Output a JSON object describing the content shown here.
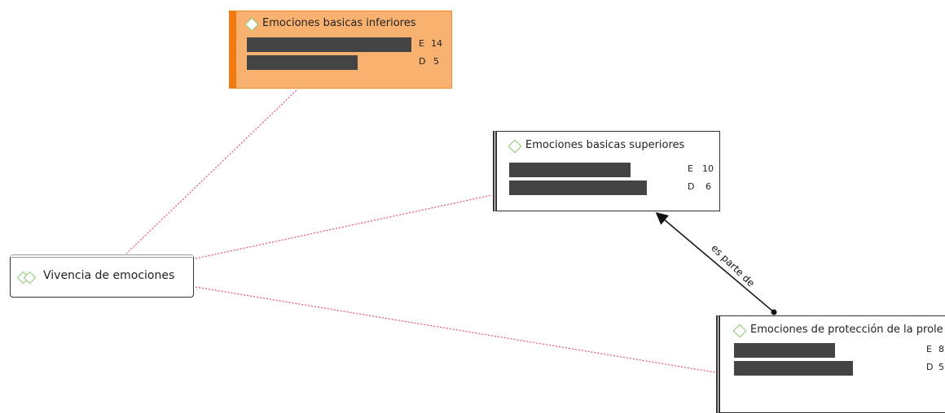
{
  "nodes": {
    "inferiores": {
      "title": "Emociones basicas inferiores",
      "rows": [
        {
          "code": "E",
          "value": "14"
        },
        {
          "code": "D",
          "value": "5"
        }
      ]
    },
    "superiores": {
      "title": "Emociones basicas superiores",
      "rows": [
        {
          "code": "E",
          "value": "10"
        },
        {
          "code": "D",
          "value": "6"
        }
      ]
    },
    "vivencia": {
      "title": "Vivencia de emociones"
    },
    "proteccion": {
      "title": "Emociones de protección de la prole",
      "rows": [
        {
          "code": "E",
          "value": "8"
        },
        {
          "code": "D",
          "value": "5"
        }
      ]
    }
  },
  "relations": {
    "es_parte_de": "es parte de"
  },
  "colors": {
    "orange_node_fill": "#f9b16f",
    "orange_accent": "#f07a10",
    "link_dotted": "#e8506a",
    "icon_green": "#8cc66a",
    "redacted_bar": "#444444"
  }
}
